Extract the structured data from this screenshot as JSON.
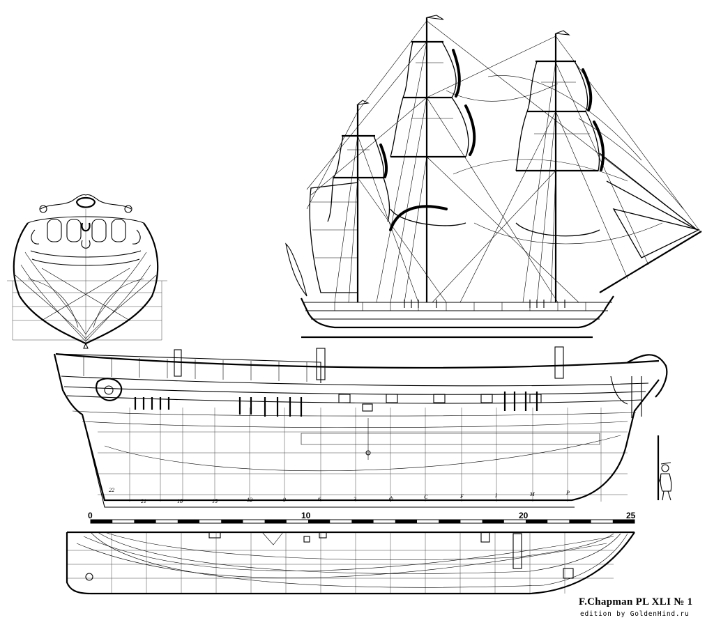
{
  "plate": {
    "caption": "F.Chapman PL XLI  № 1",
    "edition": "edition by GoldenHind.ru"
  },
  "scale_bar": {
    "labels": [
      "0",
      "10",
      "20",
      "25"
    ]
  },
  "profile": {
    "frame_numbers": [
      "22",
      "21",
      "18",
      "15",
      "12",
      "9",
      "6",
      "3",
      "ф",
      "C",
      "F",
      "I",
      "M",
      "P"
    ]
  }
}
